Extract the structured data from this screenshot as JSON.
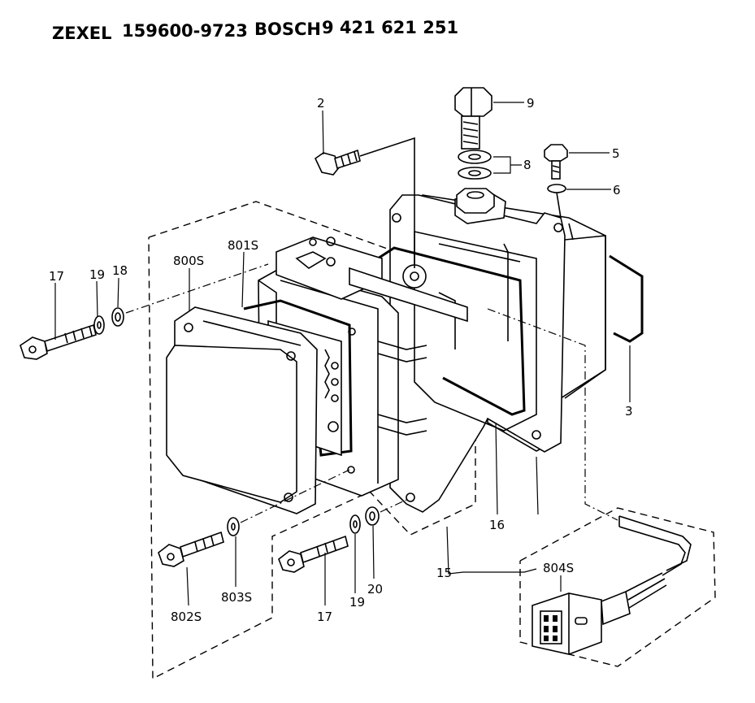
{
  "header": {
    "brand1": "ZEXEL",
    "part1": "159600-9723",
    "brand2": "BOSCH",
    "part2": "9 421 621 251"
  },
  "labels": {
    "l2": "2",
    "l9": "9",
    "l8": "8",
    "l5": "5",
    "l6": "6",
    "l3": "3",
    "l17a": "17",
    "l19a": "19",
    "l18": "18",
    "l800S": "800S",
    "l801S": "801S",
    "l16": "16",
    "l15": "15",
    "l804S": "804S",
    "l802S": "802S",
    "l803S": "803S",
    "l17b": "17",
    "l19b": "19",
    "l20": "20"
  }
}
